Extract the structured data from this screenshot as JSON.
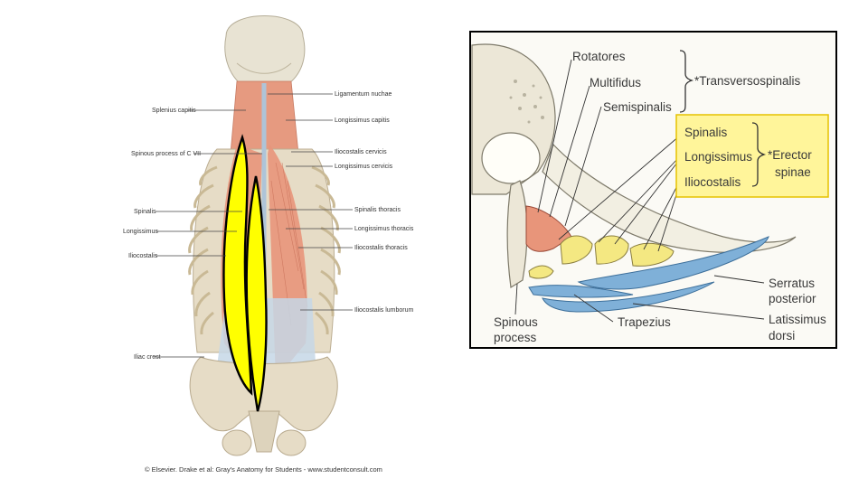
{
  "left_figure": {
    "labels_right": [
      "Ligamentum nuchae",
      "Longissimus capitis",
      "Iliocostalis cervicis",
      "Longissimus cervicis",
      "Spinalis thoracis",
      "Longissimus thoracis",
      "Iliocostalis thoracis",
      "Iliocostalis lumborum"
    ],
    "labels_left": [
      "Splenius capitis",
      "Spinous process of C VII",
      "Spinalis",
      "Longissimus",
      "Iliocostalis",
      "Iliac crest"
    ],
    "credit": "© Elsevier. Drake et al: Gray's Anatomy for Students - www.studentconsult.com",
    "highlight_color": "#ffff00"
  },
  "right_figure": {
    "labels": {
      "rotatores": "Rotatores",
      "multifidus": "Multifidus",
      "semispinalis": "Semispinalis",
      "transversospinalis": "*Transversospinalis",
      "spinalis": "Spinalis",
      "longissimus": "Longissimus",
      "iliocostalis": "Iliocostalis",
      "erector_line1": "*Erector",
      "erector_line2": "spinae",
      "serratus_line1": "Serratus",
      "serratus_line2": "posterior",
      "spinous_line1": "Spinous",
      "spinous_line2": "process",
      "trapezius": "Trapezius",
      "latissimus_line1": "Latissimus",
      "latissimus_line2": "dorsi"
    },
    "highlight_color": "#fff59a"
  }
}
